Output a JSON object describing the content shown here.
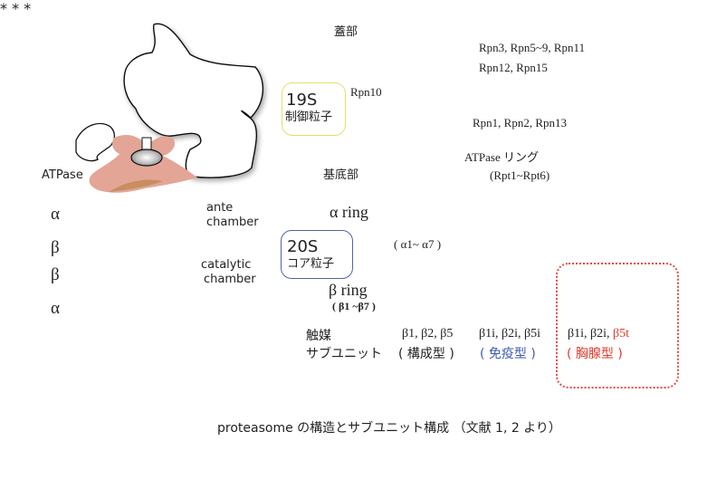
{
  "figure": {
    "caption": "proteasome の構造とサブユニット構成 （文献 1, 2 より）",
    "left_schematic": {
      "atpase_label": "ATPase",
      "ring_labels": [
        "α",
        "β",
        "β",
        "α"
      ],
      "ante_chamber_label_line1": "ante",
      "ante_chamber_label_line2": "chamber",
      "catalytic_chamber_label_line1": "catalytic",
      "catalytic_chamber_label_line2": "chamber",
      "active_site_marker": "*",
      "colors": {
        "atpase": "#e3a596",
        "atpase_base": "#c98e5f",
        "active_site": "#e8492f"
      }
    },
    "particles": {
      "p19s": {
        "name": "19S",
        "subtitle": "制御粒子",
        "border_color": "#e3df6a"
      },
      "p20s": {
        "name": "20S",
        "subtitle": "コア粒子",
        "border_color": "#4f64a8"
      }
    },
    "lid": {
      "label": "蓋部",
      "subunits_line1": "Rpn3, Rpn5~9, Rpn11",
      "subunits_line2": "Rpn12, Rpn15",
      "color": "#c59bd6"
    },
    "rpn10": {
      "label": "Rpn10"
    },
    "base": {
      "label": "基底部",
      "subunits": "Rpn1, Rpn2, Rpn13",
      "atpase_ring_line1": "ATPase リング",
      "atpase_ring_line2": "(Rpt1~Rpt6)",
      "atpase_color": "#f5b731"
    },
    "alpha_ring": {
      "label": "α ring",
      "range": "( α1~ α7 )",
      "color": "#f07d1e"
    },
    "beta_ring": {
      "label": "β ring",
      "range": "( β1 ~β7 )"
    },
    "catalytic_subunits": {
      "label_line1": "触媒",
      "label_line2": "サブユニット",
      "types": [
        {
          "subunits": "β1, β2, β5",
          "type": "( 構成型 )",
          "type_color": "#222222"
        },
        {
          "subunits_main": "β1i, β2i, β5i",
          "type": "( 免疫型 )",
          "type_color": "#3b5aa8"
        },
        {
          "subunits_main": "β1i, β2i, ",
          "subunits_highlight": "β5t",
          "type": "( 胸腺型 )",
          "type_color": "#e03a2a"
        }
      ]
    }
  }
}
